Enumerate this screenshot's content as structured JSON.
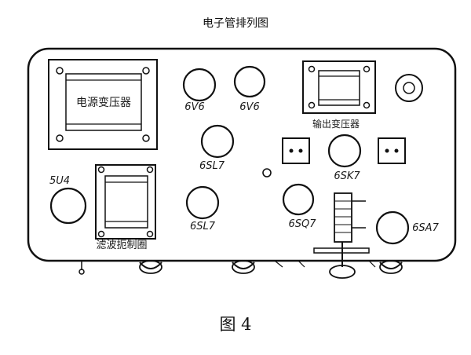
{
  "title": "电子管排列图",
  "caption": "图 4",
  "transformers": {
    "power": "电源变压器",
    "output": "输出变压器",
    "choke": "滤波扼制圈"
  },
  "tubes": {
    "v6v6_left": "6V6",
    "v6v6_right": "6V6",
    "v6sl7_upper": "6SL7",
    "v6sl7_lower": "6SL7",
    "v5u4": "5U4",
    "v6sk7": "6SK7",
    "v6sq7": "6SQ7",
    "v6sa7": "6SA7"
  }
}
